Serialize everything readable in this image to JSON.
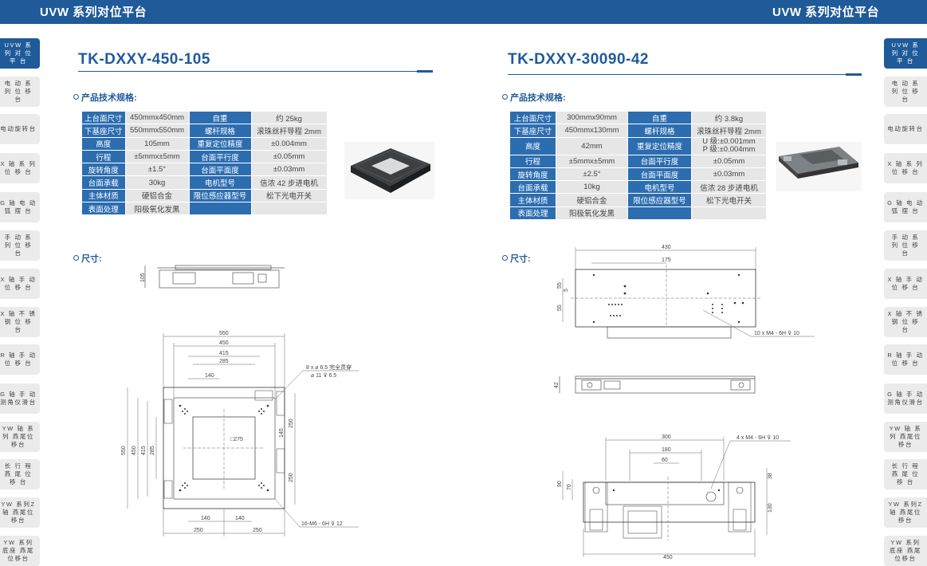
{
  "header": {
    "left_title": "UVW 系列对位平台",
    "right_title": "UVW 系列对位平台"
  },
  "tabs": [
    "UVW 系 列 对 位 平 台",
    "电 动 系 列 位 移 台",
    "电动旋转台",
    "X 轴 系 列 位 移 台",
    "G 轴 电 动 弧 摆 台",
    "手 动 系 列 位 移 台",
    "X 轴 手 动 位 移 台",
    "X 轴 不 锈 钢 位 移 台",
    "R 轴 手 动 位 移 台",
    "G 轴 手 动 测角仪滑台",
    "YW 轴 系 列 燕尾位移台",
    "长 行 程 燕 尾 位 移 台",
    "YW 系列Z轴 燕尾位移台",
    "YW 系列底座 燕尾位移台"
  ],
  "left": {
    "model": "TK-DXXY-450-105",
    "spec_title": "产品技术规格:",
    "dim_title": "尺寸:",
    "specs": [
      [
        "上台面尺寸",
        "450mmx450mm",
        "自重",
        "约 25kg"
      ],
      [
        "下基座尺寸",
        "550mmx550mm",
        "螺杆规格",
        "滚珠丝杆导程 2mm"
      ],
      [
        "高度",
        "105mm",
        "重复定位精度",
        "±0.004mm"
      ],
      [
        "行程",
        "±5mmx±5mm",
        "台面平行度",
        "±0.05mm"
      ],
      [
        "旋转角度",
        "±1.5°",
        "台面平面度",
        "±0.03mm"
      ],
      [
        "台面承载",
        "30kg",
        "电机型号",
        "信浓 42 步进电机"
      ],
      [
        "主体材质",
        "硬铝合金",
        "限位感应器型号",
        "松下光电开关"
      ],
      [
        "表面处理",
        "阳极氧化发黑",
        "",
        ""
      ]
    ],
    "drawing": {
      "side_height": "105",
      "top_dims": [
        "550",
        "450",
        "415",
        "285",
        "140"
      ],
      "hole_note1": "8 x ⌀ 6.5 完全贯穿",
      "hole_note2": "⌀ 11 ⊽ 6.5",
      "center_label": "□275",
      "left_dims": [
        "550",
        "450",
        "415",
        "285"
      ],
      "right_dims": [
        "250",
        "140",
        "250"
      ],
      "bottom_dims": [
        "140",
        "140",
        "250",
        "250"
      ],
      "thread_note": "16-M6 - 6H ⊽ 12"
    }
  },
  "right": {
    "model": "TK-DXXY-30090-42",
    "spec_title": "产品技术规格:",
    "dim_title": "尺寸:",
    "specs": [
      [
        "上台面尺寸",
        "300mmx90mm",
        "自重",
        "约 3.8kg"
      ],
      [
        "下基座尺寸",
        "450mmx130mm",
        "螺杆规格",
        "滚珠丝杆导程 2mm"
      ],
      [
        "高度",
        "42mm",
        "重复定位精度",
        "U 级:±0.001mm",
        "P 级:±0.004mm"
      ],
      [
        "行程",
        "±5mmx±5mm",
        "台面平行度",
        "±0.05mm"
      ],
      [
        "旋转角度",
        "±2.5°",
        "台面平面度",
        "±0.03mm"
      ],
      [
        "台面承载",
        "10kg",
        "电机型号",
        "信浓 28 步进电机"
      ],
      [
        "主体材质",
        "硬铝合金",
        "限位感应器型号",
        "松下光电开关"
      ],
      [
        "表面处理",
        "阳极氧化发黑",
        "",
        ""
      ]
    ],
    "drawing": {
      "top_dims": [
        "430",
        "175"
      ],
      "left_dims": [
        "55",
        "5",
        "55"
      ],
      "hole_note": "10 x M4 - 6H ⊽ 10",
      "side_height": "42",
      "bottom_top_dims": [
        "300",
        "180",
        "60"
      ],
      "bottom_note": "4 x M4 - 6H ⊽ 10",
      "bottom_left_dims": [
        "90",
        "70"
      ],
      "bottom_right_dims": [
        "38",
        "130"
      ],
      "bottom_width": "450"
    }
  }
}
